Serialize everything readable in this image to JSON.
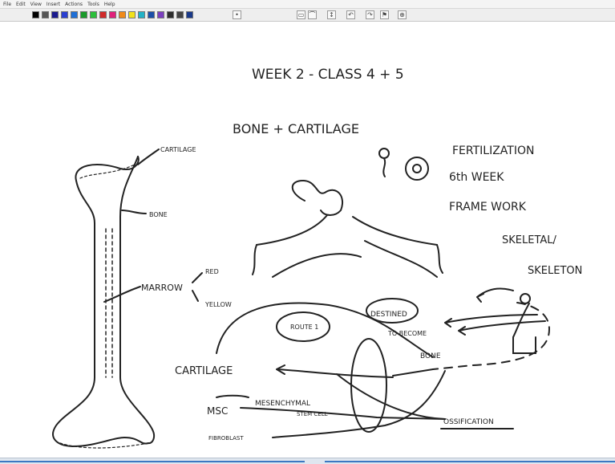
{
  "menu": {
    "items": [
      "File",
      "Edit",
      "View",
      "Insert",
      "Actions",
      "Tools",
      "Help"
    ]
  },
  "toolbar": {
    "swatches": [
      "#000000",
      "#555555",
      "#1b1b8f",
      "#2a3fd1",
      "#1f6fd6",
      "#1a9a2a",
      "#2bbf3a",
      "#d12a2a",
      "#e0207a",
      "#f08a1a",
      "#f2e21a",
      "#22b2c7",
      "#1b4fa8",
      "#7b3fbf",
      "#2d2d2d",
      "#444444",
      "#1a3a8a"
    ],
    "icons": [
      "pen-icon",
      "eraser-icon",
      "lasso-icon",
      "insert-space-icon",
      "undo-icon",
      "redo-icon",
      "zoom-icon"
    ]
  },
  "notes": {
    "title": "WEEK 2 -  CLASS  4  + 5",
    "subtitle": "BONE  +  CARTILAGE",
    "list": [
      "FERTILIZATION",
      "6th WEEK",
      "FRAME WORK"
    ],
    "skeletal": "SKELETAL/",
    "skeleton": "SKELETON",
    "bone_labels": {
      "cartilage": "CARTILAGE",
      "bone": "BONE",
      "marrow": "MARROW",
      "red": "RED",
      "yellow": "YELLOW"
    },
    "flow": {
      "destined": "DESTINED",
      "to_become": "TO BECOME",
      "route": "ROUTE 1",
      "bone": "BONE",
      "cartilage": "CARTILAGE"
    },
    "bottom": {
      "msc": "MSC",
      "mesenchymal": "MESENCHYMAL",
      "stem_cell": "STEM  CELL",
      "fibroblast": "FIBROBLAST",
      "ossification": "OSSIFICATION"
    }
  }
}
